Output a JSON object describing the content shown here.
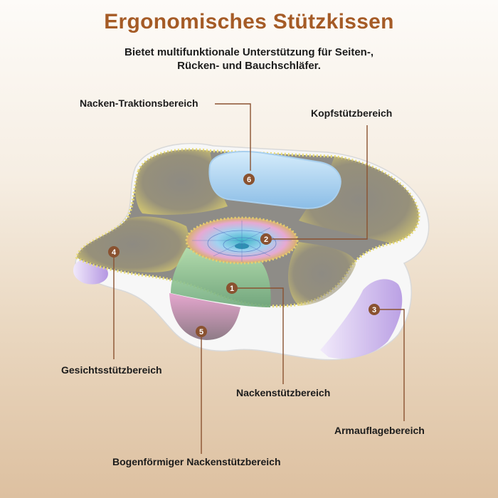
{
  "title": "Ergonomisches Stützkissen",
  "subtitle_line1": "Bietet multifunktionale Unterstützung für Seiten-,",
  "subtitle_line2": "Rücken- und Bauchschläfer.",
  "labels": {
    "nacken_traktion": "Nacken-Traktionsbereich",
    "kopfstuetz": "Kopfstützbereich",
    "gesichtsstuetz": "Gesichtsstützbereich",
    "nackenstuetz": "Nackenstützbereich",
    "armauflage": "Armauflagebereich",
    "bogenfoermig": "Bogenförmiger Nackenstützbereich"
  },
  "markers": [
    "1",
    "2",
    "3",
    "4",
    "5",
    "6"
  ],
  "colors": {
    "title": "#a55b26",
    "marker": "#8a5230",
    "leader_line": "#8a5230"
  }
}
